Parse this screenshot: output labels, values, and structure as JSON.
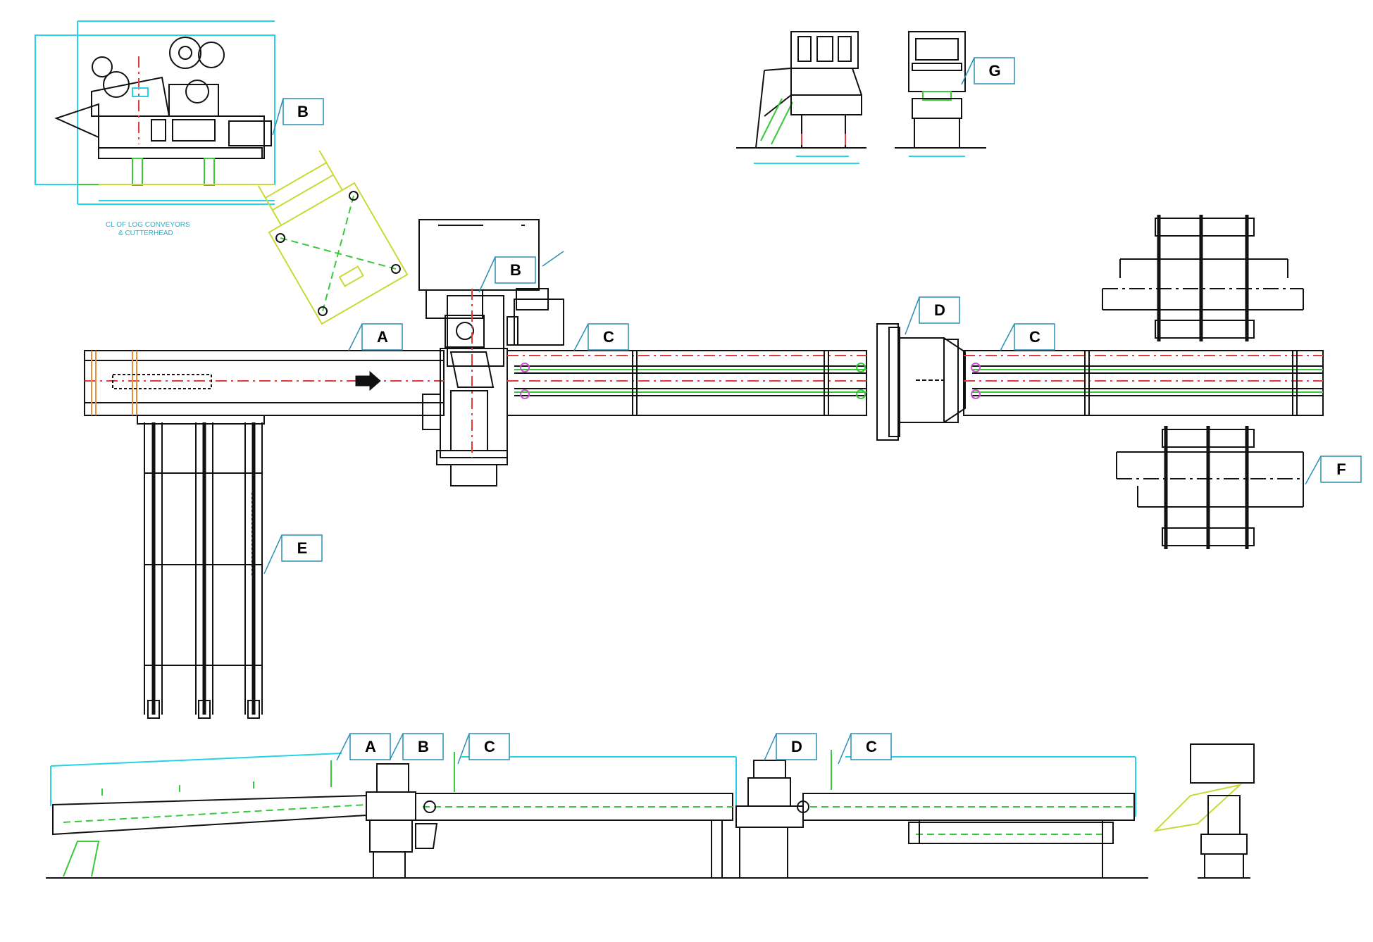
{
  "labels": {
    "A": "A",
    "B": "B",
    "C": "C",
    "D": "D",
    "E": "E",
    "F": "F",
    "G": "G"
  },
  "annotations": {
    "conveyor_note_line1": "CL OF LOG CONVEYORS",
    "conveyor_note_line2": "& CUTTERHEAD"
  },
  "colors": {
    "line": "#111111",
    "green": "#3ac93a",
    "red": "#e23b3b",
    "cyan": "#27d3e6",
    "yellow": "#c9d93a",
    "label_border": "#2a8fb4"
  }
}
